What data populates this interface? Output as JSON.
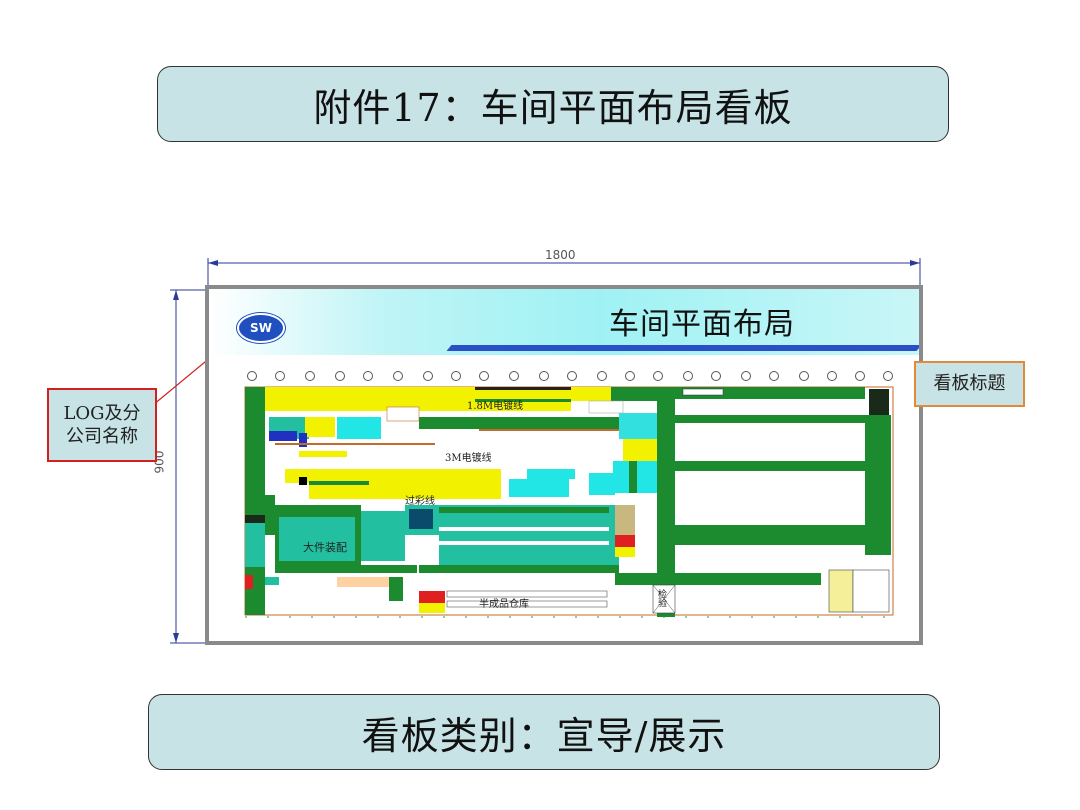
{
  "header": {
    "title": "附件17：车间平面布局看板"
  },
  "footer": {
    "category": "看板类别：宣导/展示"
  },
  "board": {
    "title": "车间平面布局",
    "width_dimension": "1800",
    "height_dimension": "900",
    "logo_text": "SW"
  },
  "callouts": {
    "logo": "LOG及分\n公司名称",
    "title": "看板标题"
  },
  "floor_plan": {
    "labels": {
      "line_1_8m": "1.8M电镀线",
      "line_3m": "3M电镀线",
      "paint_line": "过彩线",
      "assembly": "大件装配",
      "warehouse": "半成品仓库",
      "inspection": "检验"
    }
  },
  "colors": {
    "banner_bg": "#c7e3e6",
    "green": "#1c8a2e",
    "yellow": "#ffee00",
    "cyan": "#22e6e6",
    "stripe": "#2a50c8"
  }
}
